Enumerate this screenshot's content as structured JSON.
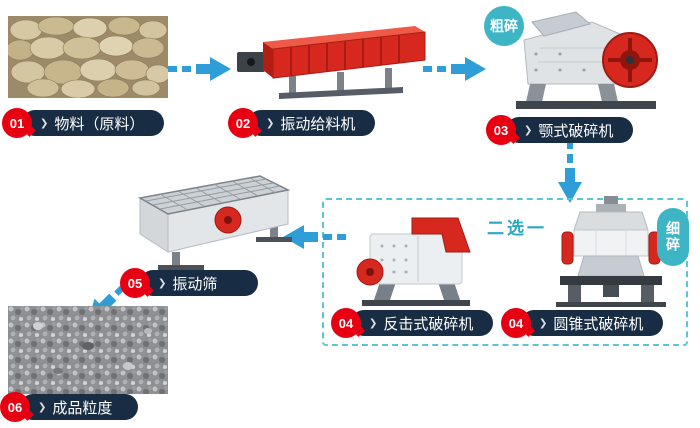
{
  "diagram": {
    "choice_box": {
      "label": "二选一"
    },
    "stage_badges": {
      "coarse": "粗碎",
      "fine": "细碎"
    },
    "icons": {
      "chevron": "❯"
    },
    "colors": {
      "step_badge_red": "#e60012",
      "label_pill_navy": "#182c44",
      "flow_arrow_blue": "#2f9ed8",
      "stage_badge_teal": "#3db5c4",
      "choice_border_teal": "#5ac6d4",
      "machine_red": "#d6281e"
    },
    "steps": [
      {
        "num": "01",
        "label": "物料（原料）",
        "machine": "raw-material-photo"
      },
      {
        "num": "02",
        "label": "振动给料机",
        "machine": "vibrating-feeder"
      },
      {
        "num": "03",
        "label": "颚式破碎机",
        "machine": "jaw-crusher"
      },
      {
        "num": "04",
        "label": "反击式破碎机",
        "machine": "impact-crusher"
      },
      {
        "num": "04",
        "label": "圆锥式破碎机",
        "machine": "cone-crusher"
      },
      {
        "num": "05",
        "label": "振动筛",
        "machine": "vibrating-screen"
      },
      {
        "num": "06",
        "label": "成品粒度",
        "machine": "finished-product-photo"
      }
    ]
  }
}
